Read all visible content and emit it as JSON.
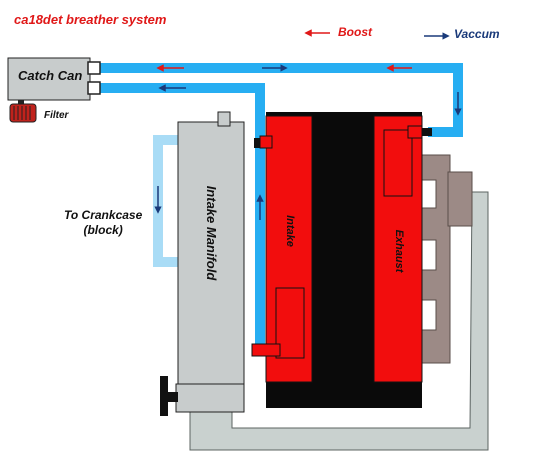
{
  "title": "ca18det breather system",
  "legend": {
    "boost_label": "Boost",
    "vacuum_label": "Vaccum"
  },
  "labels": {
    "catch_can": "Catch Can",
    "filter": "Filter",
    "crankcase_line1": "To Crankcase",
    "crankcase_line2": "(block)",
    "intake_manifold": "Intake Manifold",
    "intake": "Intake",
    "exhaust": "Exhaust"
  },
  "colors": {
    "title": "#e01818",
    "boost": "#e01818",
    "vacuum": "#1a3a7a",
    "hose": "#27aef2",
    "hose_light": "#a9dcf6",
    "head": "#f20d0d",
    "block": "#0a0a0a",
    "manifold": "#c8cccc",
    "exhaust_manifold": "#9c8a86",
    "downpipe": "#c9d1cf"
  }
}
